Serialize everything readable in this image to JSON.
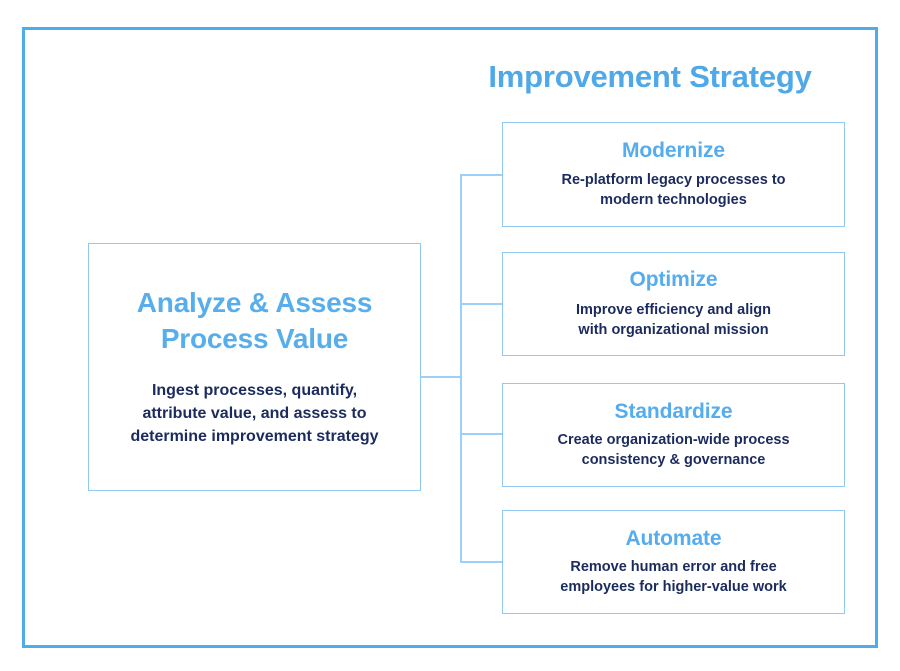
{
  "frame": {
    "border_color": "#4EACEA"
  },
  "header": {
    "title": "Improvement Strategy",
    "title_color": "#4FA9E8"
  },
  "primary": {
    "title": "Analyze & Assess\nProcess Value",
    "title_line1": "Analyze & Assess",
    "title_line2": "Process Value",
    "description": "Ingest processes, quantify, attribute value, and assess to determine improvement strategy",
    "description_line1": "Ingest processes, quantify,",
    "description_line2": "attribute value, and assess to",
    "description_line3": "determine improvement strategy",
    "title_color": "#58AEEC",
    "description_color": "#1B2B5E",
    "border_color": "#92C9F3"
  },
  "strategies": [
    {
      "id": "modernize",
      "title": "Modernize",
      "description": "Re-platform legacy processes to\nmodern technologies"
    },
    {
      "id": "optimize",
      "title": "Optimize",
      "description": "Improve efficiency and align\nwith organizational mission"
    },
    {
      "id": "standardize",
      "title": "Standardize",
      "description": "Create organization-wide process\nconsistency & governance"
    },
    {
      "id": "automate",
      "title": "Automate",
      "description": "Remove human error and  free\nemployees for higher-value work"
    }
  ],
  "connector": {
    "color": "#9ED0F7"
  }
}
